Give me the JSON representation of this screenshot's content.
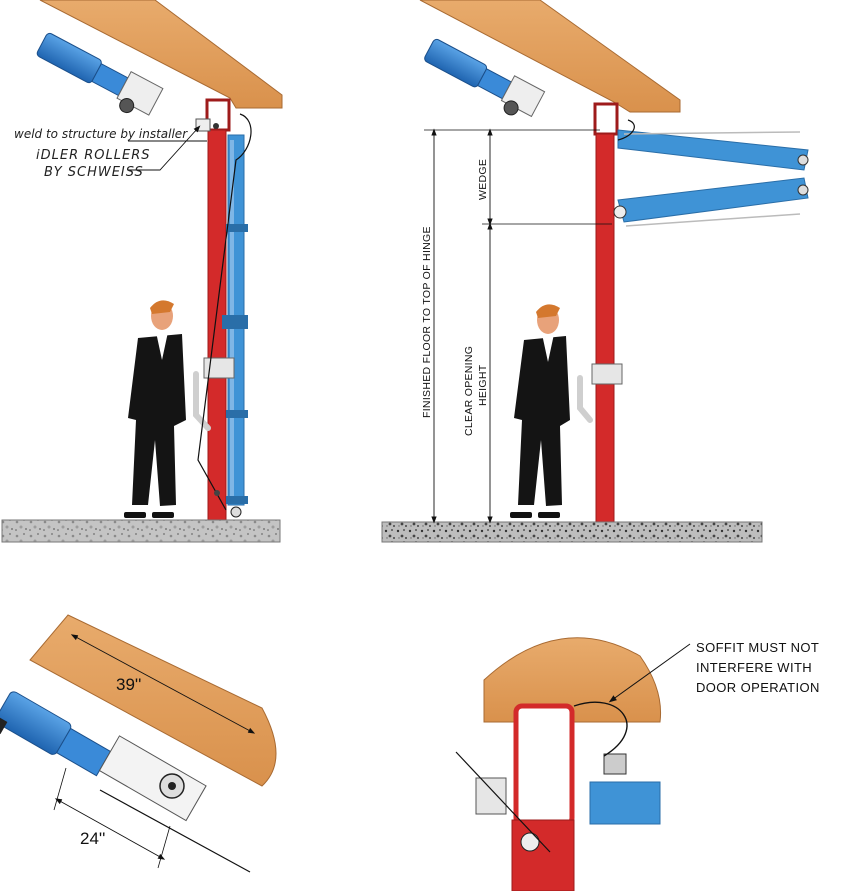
{
  "colors": {
    "wood": "#e3a05f",
    "wood_edge": "#b7763c",
    "post_red": "#d32a2a",
    "post_red_dark": "#9e1b1b",
    "door_blue": "#3f93d6",
    "door_blue_dark": "#2a6ea8",
    "motor_blue": "#2f7fd0",
    "floor": "#bdbdbd",
    "metal": "#d9d9d9",
    "suit": "#141414",
    "skin": "#e8a27a",
    "hair": "#d4782e"
  },
  "views": {
    "closed": {
      "labels": {
        "weld_note": "weld to structure by installer",
        "idler_rollers": "iDLER ROLLERS",
        "by_schweiss": "BY SCHWEISS"
      }
    },
    "open": {
      "labels": {
        "wedge": "WEDGE",
        "finished_floor": "FINISHED FLOOR TO TOP OF HINGE",
        "clear_opening_1": "CLEAR OPENING",
        "clear_opening_2": "HEIGHT"
      }
    },
    "motor_detail": {
      "labels": {
        "dim_39": "39''",
        "dim_24": "24''"
      }
    },
    "hinge_detail": {
      "labels": {
        "soffit_1": "SOFFIT MUST NOT",
        "soffit_2": "INTERFERE WITH",
        "soffit_3": "DOOR OPERATION"
      }
    }
  },
  "icons": [
    "person-figure",
    "motor-icon",
    "hinge-icon",
    "latch-handle-icon",
    "roller-icon"
  ]
}
